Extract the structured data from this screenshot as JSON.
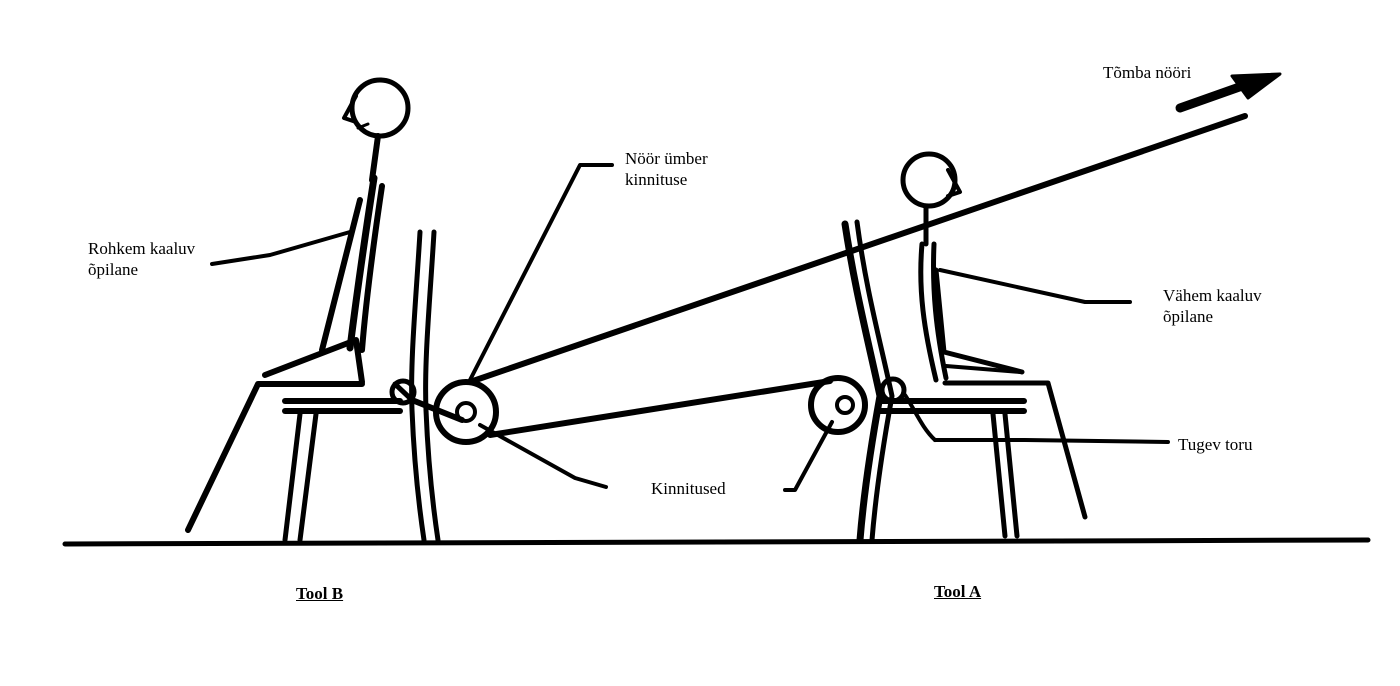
{
  "labels": {
    "pull_rope": "Tõmba nööri",
    "rope_around_fastener": "Nöör ümber\nkinnituse",
    "heavier_student": "Rohkem kaaluv\nõpilane",
    "lighter_student": "Vähem kaaluv\nõpilane",
    "strong_pipe": "Tugev toru",
    "fasteners": "Kinnitused"
  },
  "captions": {
    "chair_b": "Tool B",
    "chair_a": "Tool A"
  },
  "colors": {
    "ink": "#000000",
    "background": "#ffffff"
  }
}
